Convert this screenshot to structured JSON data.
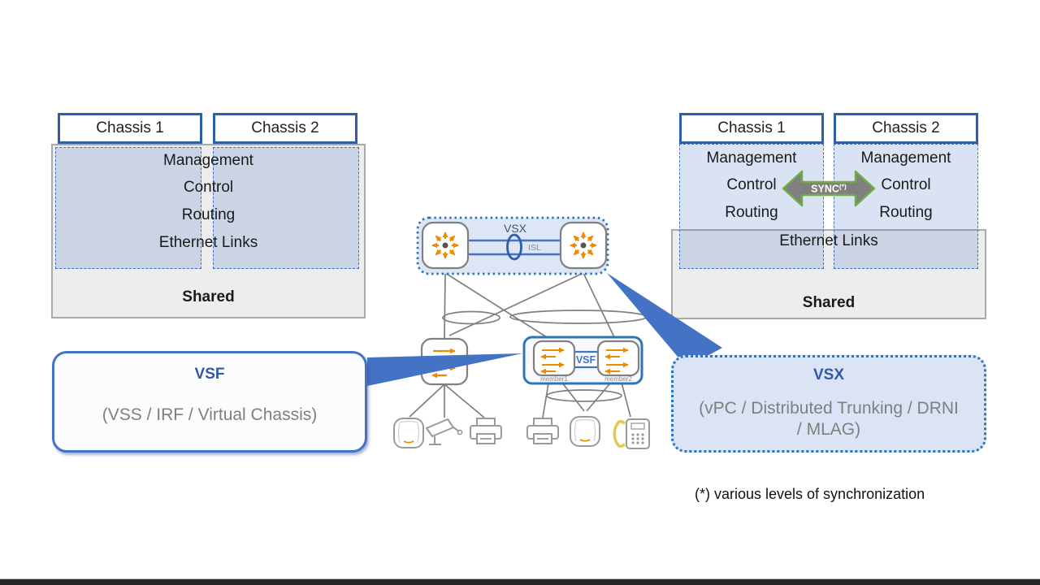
{
  "left_panel": {
    "chassis1_label": "Chassis 1",
    "chassis2_label": "Chassis 2",
    "rows": [
      "Management",
      "Control",
      "Routing",
      "Ethernet Links"
    ],
    "shared_label": "Shared"
  },
  "right_panel": {
    "chassis1_label": "Chassis 1",
    "chassis2_label": "Chassis 2",
    "chassis1_rows": [
      "Management",
      "Control",
      "Routing"
    ],
    "chassis2_rows": [
      "Management",
      "Control",
      "Routing"
    ],
    "sync_label": "SYNC",
    "sync_superscript": "(*)",
    "ethernet_label": "Ethernet Links",
    "shared_label": "Shared"
  },
  "topology": {
    "vsx_label": "VSX",
    "isl_label": "ISL",
    "vsf_label": "VSF",
    "member1_label": "member1",
    "member2_label": "member2"
  },
  "callouts": {
    "vsf": {
      "title": "VSF",
      "subtitle": "(VSS / IRF / Virtual Chassis)"
    },
    "vsx": {
      "title": "VSX",
      "subtitle": "(vPC / Distributed Trunking / DRNI / MLAG)"
    }
  },
  "footnote": "(*) various levels of synchronization",
  "colors": {
    "tab_border_blue": "#2E5FA8",
    "dash_blue": "#4472C4",
    "dotted_blue": "#2E75B6",
    "panel_fill_blue": "rgba(68,114,196,0.20)",
    "box_gray_fill": "#EDEDEE",
    "box_gray_border": "#A9A9A9",
    "arrow_orange": "#ED8B00",
    "line_gray": "#7F7F7F",
    "sync_fill_gray": "#7F7F7F",
    "sync_border_green": "#70AD47",
    "title_blue": "#3059A8",
    "subtitle_gray": "#7F7F7F"
  }
}
